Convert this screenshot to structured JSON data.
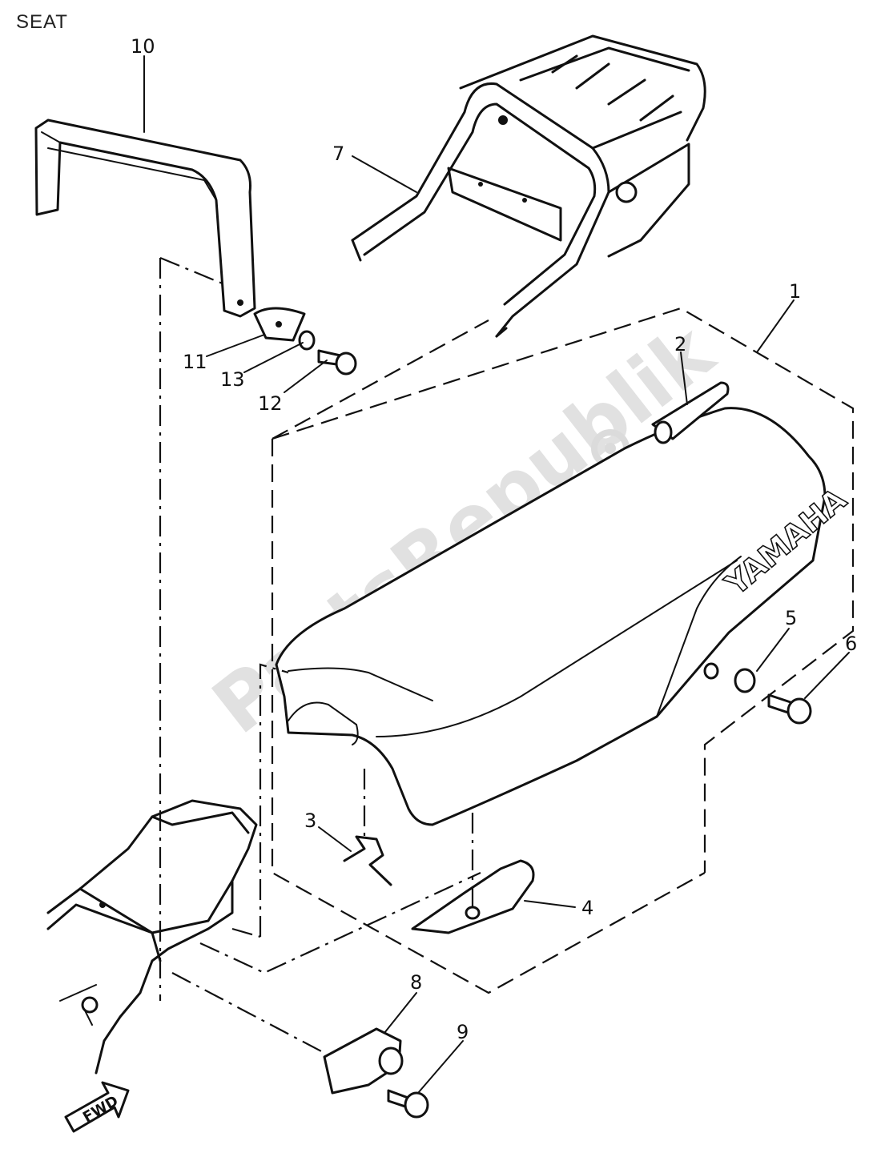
{
  "title": "SEAT",
  "watermark": "PartsRepublik",
  "brand_text": "YAMAHA",
  "direction_label": "FWD",
  "drawing_code": "",
  "parts": [
    {
      "number": "1",
      "name": "seat"
    },
    {
      "number": "2",
      "name": "seat-hinge"
    },
    {
      "number": "3",
      "name": "seat-hook"
    },
    {
      "number": "4",
      "name": "seat-bracket"
    },
    {
      "number": "5",
      "name": "collar"
    },
    {
      "number": "6",
      "name": "bolt"
    },
    {
      "number": "7",
      "name": "rear-carrier"
    },
    {
      "number": "8",
      "name": "seat-lock"
    },
    {
      "number": "9",
      "name": "screw"
    },
    {
      "number": "10",
      "name": "grab-bar"
    },
    {
      "number": "11",
      "name": "clamp"
    },
    {
      "number": "12",
      "name": "bolt"
    },
    {
      "number": "13",
      "name": "washer"
    }
  ]
}
